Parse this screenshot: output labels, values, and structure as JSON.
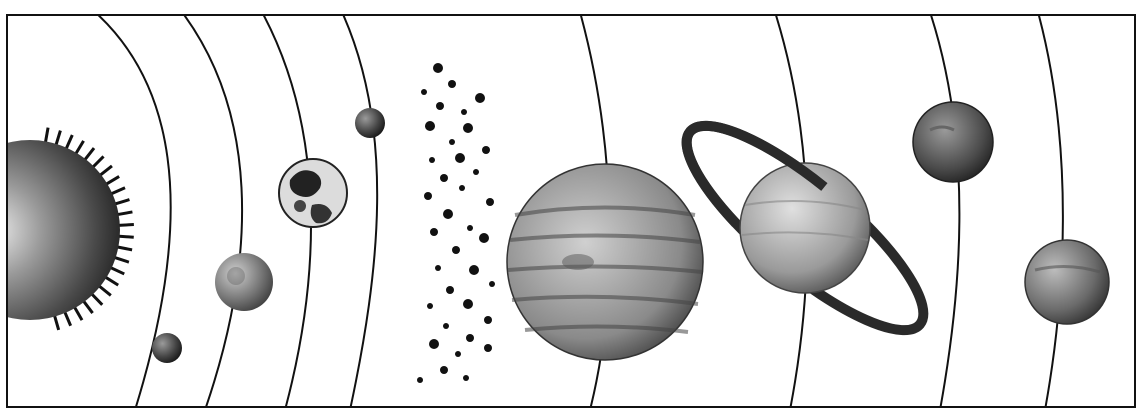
{
  "scene": {
    "subject": "solar-system-illustration",
    "style": "black-and-white stippled engraving",
    "colors": {
      "background": "#ffffff",
      "ink": "#111111"
    },
    "bodies": [
      {
        "name": "sun"
      },
      {
        "name": "mercury"
      },
      {
        "name": "venus"
      },
      {
        "name": "earth"
      },
      {
        "name": "mars"
      },
      {
        "name": "asteroid-belt"
      },
      {
        "name": "jupiter"
      },
      {
        "name": "saturn"
      },
      {
        "name": "uranus"
      },
      {
        "name": "neptune"
      }
    ]
  }
}
